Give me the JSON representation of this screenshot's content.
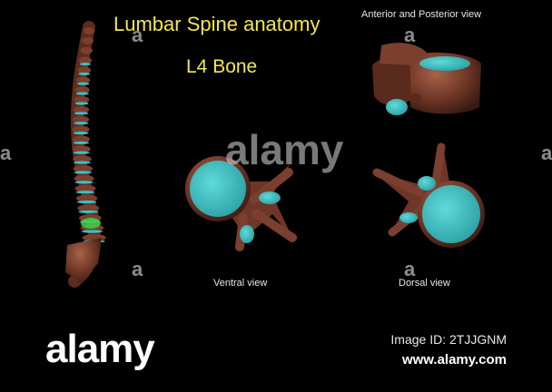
{
  "image": {
    "title": "Lumbar Spine anatomy",
    "subtitle": "L4 Bone",
    "captions": {
      "anterior_posterior": "Anterior and Posterior view",
      "ventral": "Ventral view",
      "dorsal": "Dorsal view"
    }
  },
  "watermark": {
    "center_text": "alamy",
    "corner_mark": "a"
  },
  "footer": {
    "logo_text": "alamy",
    "image_id": "Image ID: 2TJJGNM",
    "website": "www.alamy.com"
  },
  "colors": {
    "background": "#000000",
    "title": "#f2e84a",
    "bone": "#7a3f2e",
    "disc": "#39c1c4",
    "highlight": "#3fd04a"
  }
}
